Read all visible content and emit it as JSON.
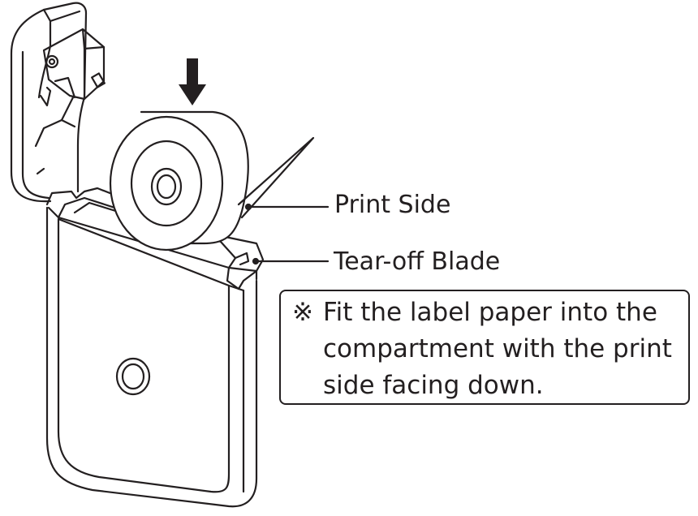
{
  "callouts": {
    "print_side": "Print Side",
    "tear_off_blade": "Tear-off Blade"
  },
  "note": {
    "mark": "※",
    "lines": [
      "Fit the label paper into the",
      "compartment with the print",
      "side facing down."
    ]
  },
  "colors": {
    "line": "#231f20",
    "background": "#ffffff"
  }
}
